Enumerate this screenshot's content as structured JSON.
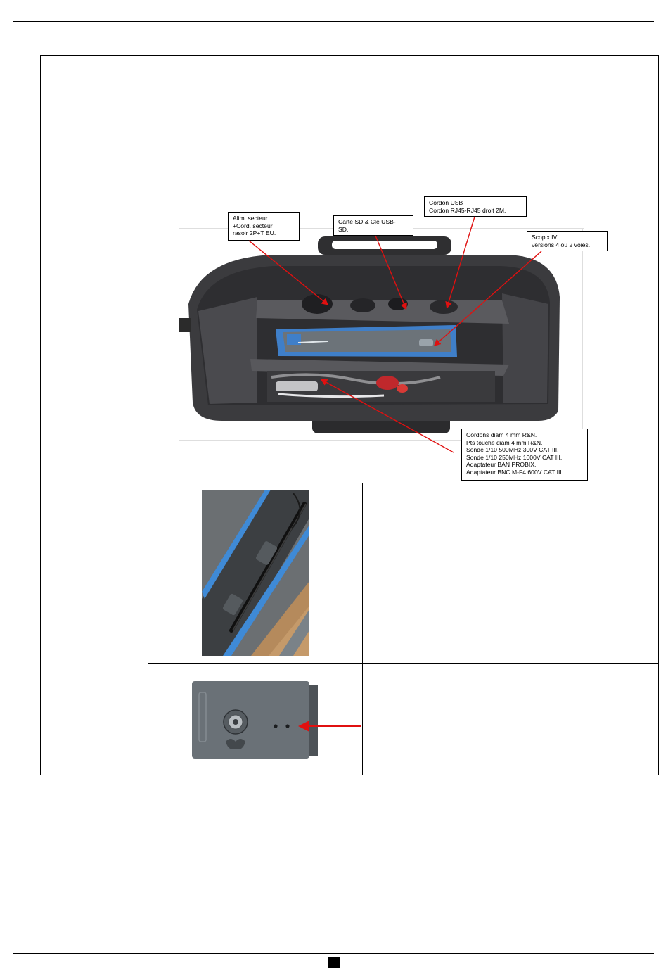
{
  "callouts": {
    "alim": [
      "Alim. secteur",
      "+Cord. secteur",
      "rasoir 2P+T EU."
    ],
    "carte": [
      "Carte SD & Clé USB-",
      "SD."
    ],
    "cordon": [
      "Cordon USB",
      "Cordon RJ45-RJ45 droit 2M."
    ],
    "scopix": [
      "Scopix IV",
      "versions 4 ou 2 voies."
    ],
    "cordons": [
      "Cordons diam 4 mm R&N.",
      "Pts touche diam 4 mm R&N.",
      "Sonde 1/10  500MHz  300V CAT III.",
      "Sonde 1/10 250MHz 1000V CAT III.",
      "Adaptateur BAN  PROBIX.",
      "Adaptateur BNC M-F4 600V CAT III."
    ]
  },
  "colors": {
    "arrow": "#e01010",
    "bag": "#3a3a3c",
    "instrument_blue": "#3f7fc9",
    "instrument_grey": "#6a7177"
  }
}
